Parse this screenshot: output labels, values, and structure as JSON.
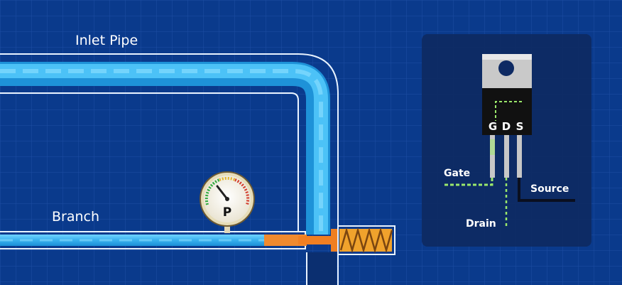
{
  "pipe_diagram": {
    "inlet_label": "Inlet Pipe",
    "branch_label": "Branch",
    "gauge_label": "P"
  },
  "transistor_panel": {
    "pin_letters": [
      "G",
      "D",
      "S"
    ],
    "gate_label": "Gate",
    "drain_label": "Drain",
    "source_label": "Source"
  },
  "colors": {
    "background": "#0a3a8c",
    "water": "#3fb8f2",
    "panel": "#0e2a63",
    "valve": "#f07f22",
    "gate_trace": "#9be86b"
  }
}
